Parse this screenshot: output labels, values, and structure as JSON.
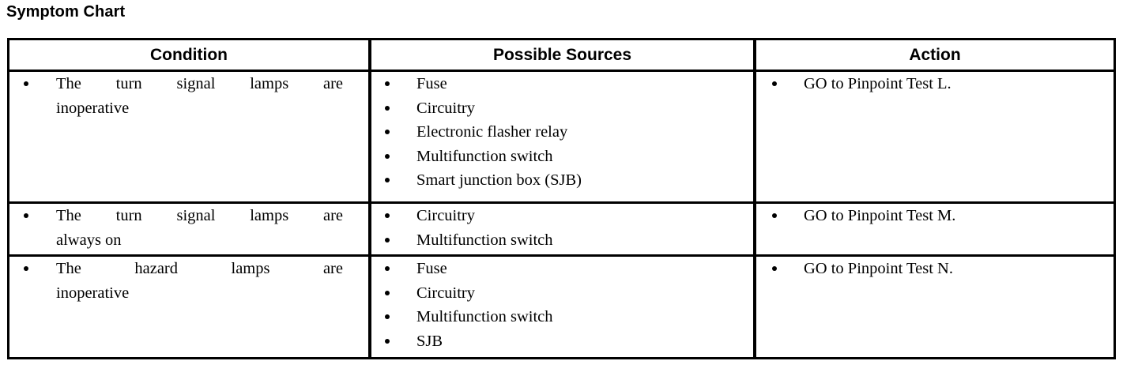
{
  "document": {
    "title": "Symptom Chart"
  },
  "table": {
    "headers": [
      {
        "label": "Condition"
      },
      {
        "label": "Possible Sources"
      },
      {
        "label": "Action"
      }
    ],
    "rows": [
      {
        "condition": {
          "line_1": "The turn signal lamps are",
          "line_2": "inoperative"
        },
        "sources": [
          "Fuse",
          "Circuitry",
          "Electronic flasher relay",
          "Multifunction switch",
          "Smart junction box (SJB)"
        ],
        "action": "GO to Pinpoint Test L."
      },
      {
        "condition": {
          "line_1": "The turn signal lamps are",
          "line_2": "always on"
        },
        "sources": [
          "Circuitry",
          "Multifunction switch"
        ],
        "action": "GO to Pinpoint Test M."
      },
      {
        "condition": {
          "line_1": "The hazard lamps are",
          "line_2": "inoperative"
        },
        "sources": [
          "Fuse",
          "Circuitry",
          "Multifunction switch",
          "SJB"
        ],
        "action": "GO to Pinpoint Test N."
      }
    ]
  },
  "style": {
    "border_color": "#000000",
    "text_color": "#000000",
    "background": "#ffffff"
  }
}
